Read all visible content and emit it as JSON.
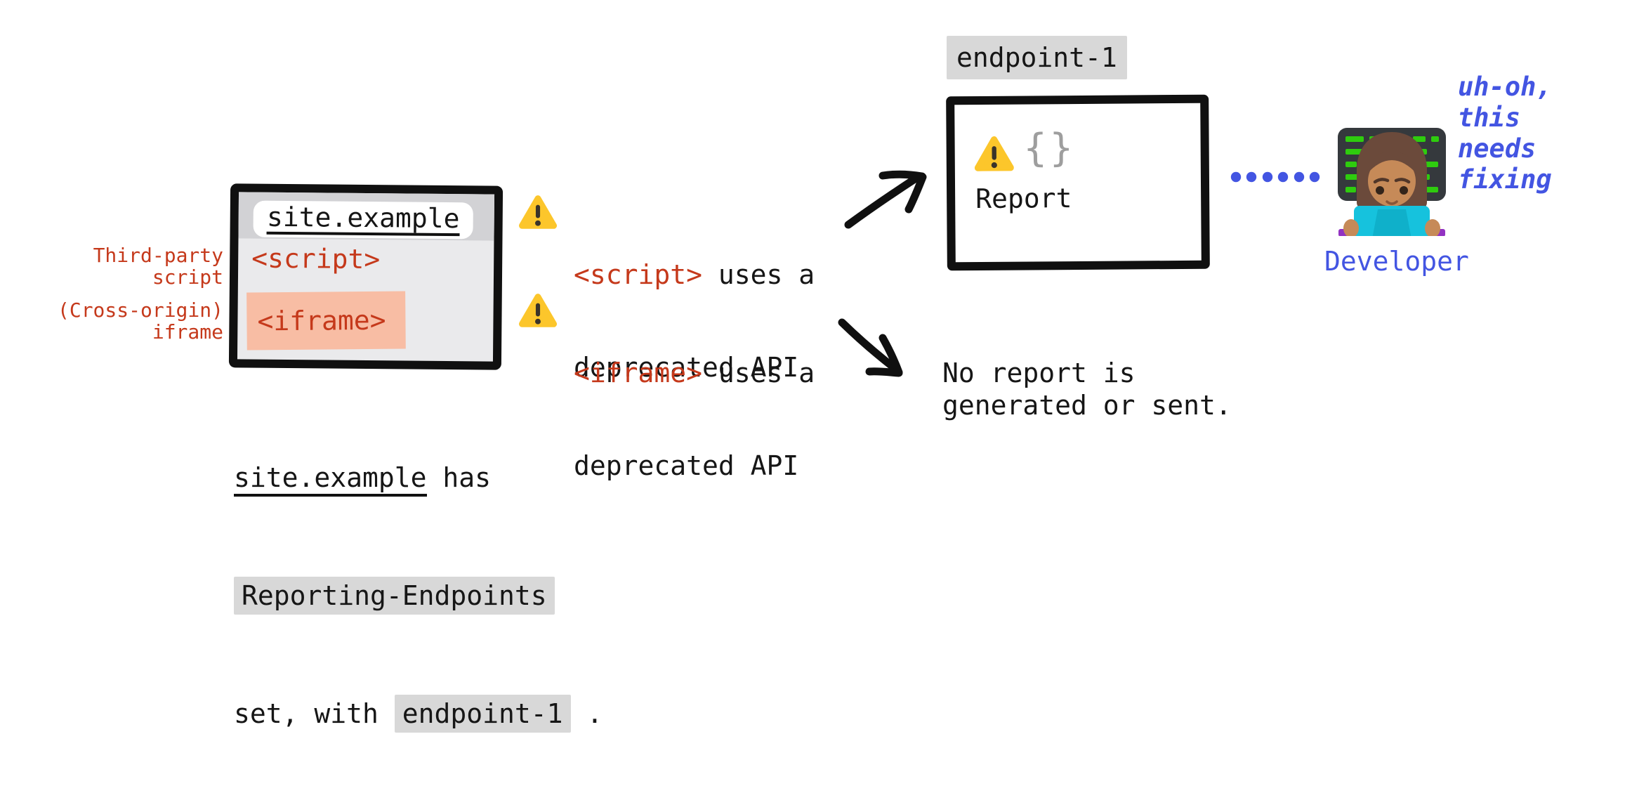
{
  "colors": {
    "accent_red": "#c5391b",
    "accent_blue": "#4355e2",
    "highlight_gray": "#d8d8d8",
    "iframe_highlight": "#f8bda4",
    "window_body": "#eaeaec"
  },
  "site_window": {
    "address": "site.example",
    "script_tag": "<script>",
    "iframe_tag": "<iframe>",
    "third_party_label": "Third-party\nscript",
    "cross_origin_label": "(Cross-origin)\niframe"
  },
  "caption": {
    "site": "site.example",
    "after_site": " has",
    "header_name": "Reporting-Endpoints",
    "line3_pre": "set, with ",
    "endpoint_name": "endpoint-1",
    "line3_post": " ."
  },
  "warnings": [
    {
      "tag": "<script>",
      "tail": " uses a",
      "line2": "deprecated API"
    },
    {
      "tag": "<iframe>",
      "tail": " uses a",
      "line2": "deprecated API"
    }
  ],
  "endpoint": {
    "label": "endpoint-1",
    "braces": "{}",
    "report_label": "Report"
  },
  "no_report": "No report is\ngenerated or sent.",
  "developer": {
    "thought": "uh-oh,\nthis\nneeds\nfixing",
    "label": "Developer"
  }
}
